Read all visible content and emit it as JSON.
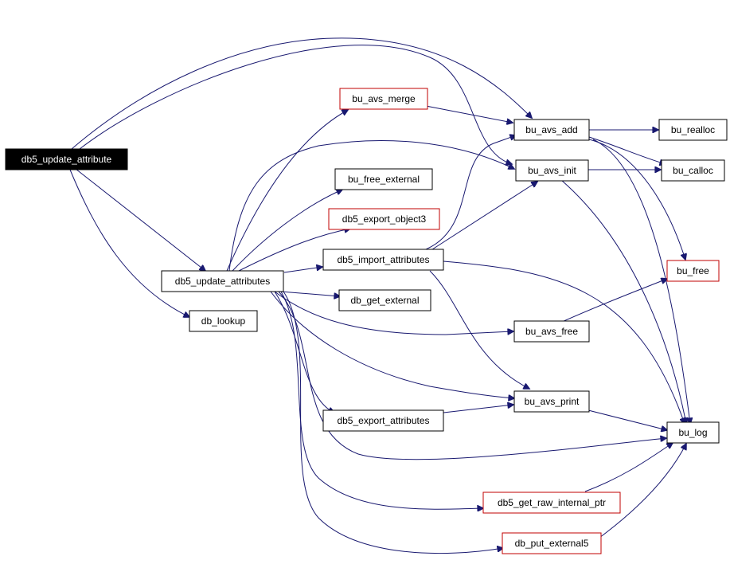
{
  "graph": {
    "nodes": {
      "db5_update_attribute": "db5_update_attribute",
      "db5_update_attributes": "db5_update_attributes",
      "db_lookup": "db_lookup",
      "bu_avs_merge": "bu_avs_merge",
      "bu_free_external": "bu_free_external",
      "db5_export_object3": "db5_export_object3",
      "db5_import_attributes": "db5_import_attributes",
      "db_get_external": "db_get_external",
      "db5_export_attributes": "db5_export_attributes",
      "bu_avs_add": "bu_avs_add",
      "bu_avs_init": "bu_avs_init",
      "bu_avs_free": "bu_avs_free",
      "bu_avs_print": "bu_avs_print",
      "db5_get_raw_internal_ptr": "db5_get_raw_internal_ptr",
      "db_put_external5": "db_put_external5",
      "bu_realloc": "bu_realloc",
      "bu_calloc": "bu_calloc",
      "bu_free": "bu_free",
      "bu_log": "bu_log"
    },
    "colors": {
      "edge": "#191970",
      "normal_border": "#000000",
      "external_border": "#c00000",
      "root_fill": "#000000",
      "root_text": "#ffffff"
    }
  }
}
